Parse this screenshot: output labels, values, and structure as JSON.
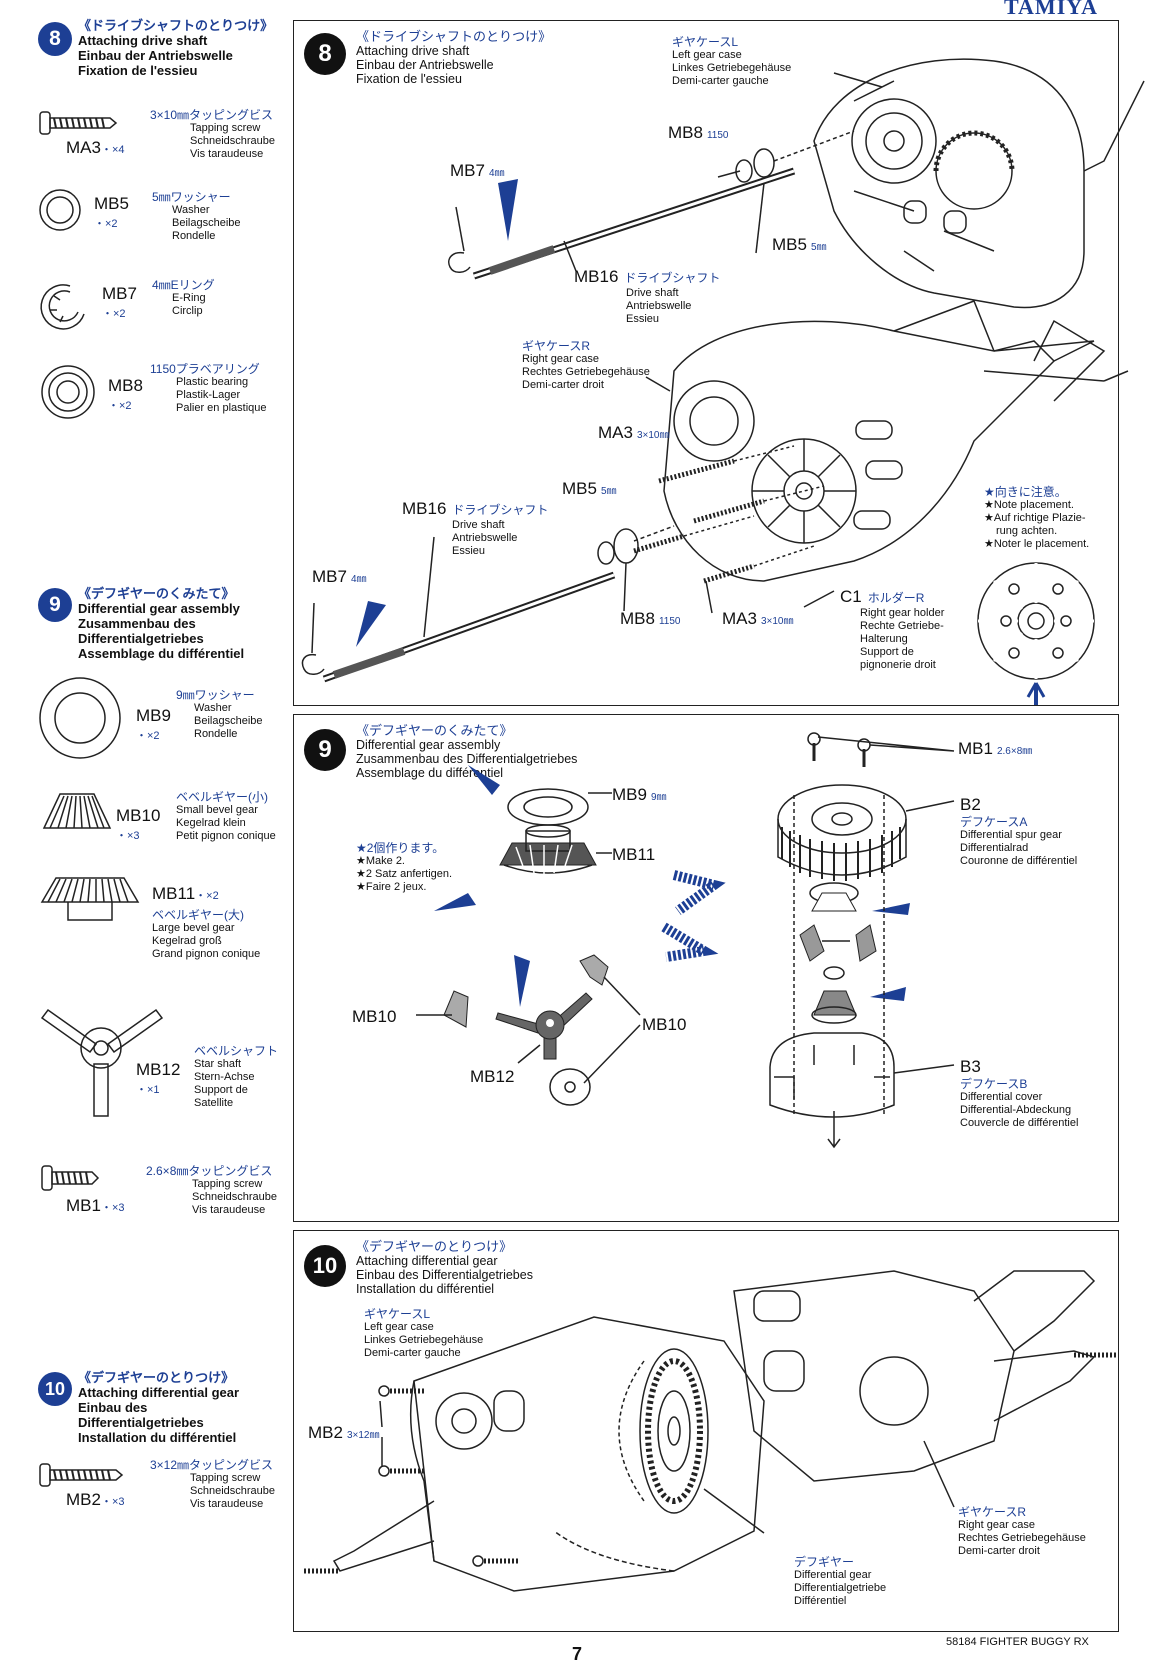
{
  "brand": "TAMIYA",
  "footer": {
    "page_number": "7",
    "model": "58184 FIGHTER BUGGY RX"
  },
  "sidebar": {
    "step8": {
      "num": "8",
      "jp": "《ドライブシャフトのとりつけ》",
      "en": "Attaching drive shaft",
      "de": "Einbau der Antriebswelle",
      "fr": "Fixation de l'essieu",
      "parts": [
        {
          "code": "MA3",
          "qty": "・×4",
          "jp": "3×10㎜タッピングビス",
          "l1": "Tapping screw",
          "l2": "Schneidschraube",
          "l3": "Vis taraudeuse"
        },
        {
          "code": "MB5",
          "qty": "・×2",
          "jp": "5㎜ワッシャー",
          "l1": "Washer",
          "l2": "Beilagscheibe",
          "l3": "Rondelle"
        },
        {
          "code": "MB7",
          "qty": "・×2",
          "jp": "4㎜Eリング",
          "l1": "E-Ring",
          "l2": "Circlip",
          "l3": ""
        },
        {
          "code": "MB8",
          "qty": "・×2",
          "jp": "1150プラベアリング",
          "l1": "Plastic bearing",
          "l2": "Plastik-Lager",
          "l3": "Palier en plastique"
        }
      ]
    },
    "step9": {
      "num": "9",
      "jp": "《デフギヤーのくみたて》",
      "en": "Differential gear assembly",
      "de1": "Zusammenbau des",
      "de2": "Differentialgetriebes",
      "fr": "Assemblage du différentiel",
      "parts": [
        {
          "code": "MB9",
          "qty": "・×2",
          "jp": "9㎜ワッシャー",
          "l1": "Washer",
          "l2": "Beilagscheibe",
          "l3": "Rondelle"
        },
        {
          "code": "MB10",
          "qty": "・×3",
          "jp": "ベベルギヤー(小)",
          "l1": "Small bevel gear",
          "l2": "Kegelrad klein",
          "l3": "Petit pignon conique"
        },
        {
          "code": "MB11",
          "qty": "・×2",
          "jp": "ベベルギヤー(大)",
          "l1": "Large bevel gear",
          "l2": "Kegelrad groß",
          "l3": "Grand pignon conique"
        },
        {
          "code": "MB12",
          "qty": "・×1",
          "jp": "ベベルシャフト",
          "l1": "Star shaft",
          "l2": "Stern-Achse",
          "l3": "Support de",
          "l4": "Satellite"
        },
        {
          "code": "MB1",
          "qty": "・×3",
          "jp": "2.6×8㎜タッピングビス",
          "l1": "Tapping screw",
          "l2": "Schneidschraube",
          "l3": "Vis taraudeuse"
        }
      ]
    },
    "step10": {
      "num": "10",
      "jp": "《デフギヤーのとりつけ》",
      "en": "Attaching differential gear",
      "de1": "Einbau des",
      "de2": "Differentialgetriebes",
      "fr": "Installation du différentiel",
      "parts": [
        {
          "code": "MB2",
          "qty": "・×3",
          "jp": "3×12㎜タッピングビス",
          "l1": "Tapping screw",
          "l2": "Schneidschraube",
          "l3": "Vis taraudeuse"
        }
      ]
    }
  },
  "panel8": {
    "num": "8",
    "jp": "《ドライブシャフトのとりつけ》",
    "en": "Attaching drive shaft",
    "de": "Einbau der Antriebswelle",
    "fr": "Fixation de l'essieu",
    "left_case": {
      "jp": "ギヤケースL",
      "en": "Left gear case",
      "de": "Linkes Getriebegehäuse",
      "fr": "Demi-carter gauche"
    },
    "right_case": {
      "jp": "ギヤケースR",
      "en": "Right gear case",
      "de": "Rechtes Getriebegehäuse",
      "fr": "Demi-carter droit"
    },
    "shaft": {
      "code": "MB16",
      "jp": "ドライブシャフト",
      "en": "Drive shaft",
      "de": "Antriebswelle",
      "fr": "Essieu"
    },
    "mb8_upper": {
      "code": "MB8",
      "dim": "1150"
    },
    "mb7_upper": {
      "code": "MB7",
      "dim": "4㎜"
    },
    "mb5_upper": {
      "code": "MB5",
      "dim": "5㎜"
    },
    "ma3_a": {
      "code": "MA3",
      "dim": "3×10㎜"
    },
    "mb5_lower": {
      "code": "MB5",
      "dim": "5㎜"
    },
    "mb7_lower": {
      "code": "MB7",
      "dim": "4㎜"
    },
    "mb8_lower": {
      "code": "MB8",
      "dim": "1150"
    },
    "ma3_b": {
      "code": "MA3",
      "dim": "3×10㎜"
    },
    "holder": {
      "code": "C1",
      "jp": "ホルダーR",
      "l1": "Right gear holder",
      "l2": "Rechte Getriebe-",
      "l3": "Halterung",
      "l4": "Support de",
      "l5": "pignonerie droit"
    },
    "note": {
      "jp": "★向きに注意。",
      "l1": "★Note placement.",
      "l2": "★Auf richtige Plazie-",
      "l3": "rung achten.",
      "l4": "★Noter le placement."
    }
  },
  "panel9": {
    "num": "9",
    "jp": "《デフギヤーのくみたて》",
    "en": "Differential gear assembly",
    "de": "Zusammenbau des Differentialgetriebes",
    "fr": "Assemblage du différentiel",
    "make2": {
      "jp": "★2個作ります。",
      "l1": "★Make 2.",
      "l2": "★2 Satz anfertigen.",
      "l3": "★Faire 2 jeux."
    },
    "mb9": {
      "code": "MB9",
      "dim": "9㎜"
    },
    "mb11": {
      "code": "MB11"
    },
    "mb10a": {
      "code": "MB10"
    },
    "mb10b": {
      "code": "MB10"
    },
    "mb12": {
      "code": "MB12"
    },
    "mb1": {
      "code": "MB1",
      "dim": "2.6×8㎜"
    },
    "b2": {
      "code": "B2",
      "jp": "デフケースA",
      "l1": "Differential spur gear",
      "l2": "Differentialrad",
      "l3": "Couronne de différentiel"
    },
    "b3": {
      "code": "B3",
      "jp": "デフケースB",
      "l1": "Differential cover",
      "l2": "Differential-Abdeckung",
      "l3": "Couvercle de différentiel"
    }
  },
  "panel10": {
    "num": "10",
    "jp": "《デフギヤーのとりつけ》",
    "en": "Attaching differential gear",
    "de": "Einbau des Differentialgetriebes",
    "fr": "Installation du différentiel",
    "left_case": {
      "jp": "ギヤケースL",
      "en": "Left gear case",
      "de": "Linkes Getriebegehäuse",
      "fr": "Demi-carter gauche"
    },
    "mb2": {
      "code": "MB2",
      "dim": "3×12㎜"
    },
    "right_case": {
      "jp": "ギヤケースR",
      "en": "Right gear case",
      "de": "Rechtes Getriebegehäuse",
      "fr": "Demi-carter droit"
    },
    "diff": {
      "jp": "デフギヤー",
      "en": "Differential gear",
      "de": "Differentialgetriebe",
      "fr": "Différentiel"
    }
  }
}
